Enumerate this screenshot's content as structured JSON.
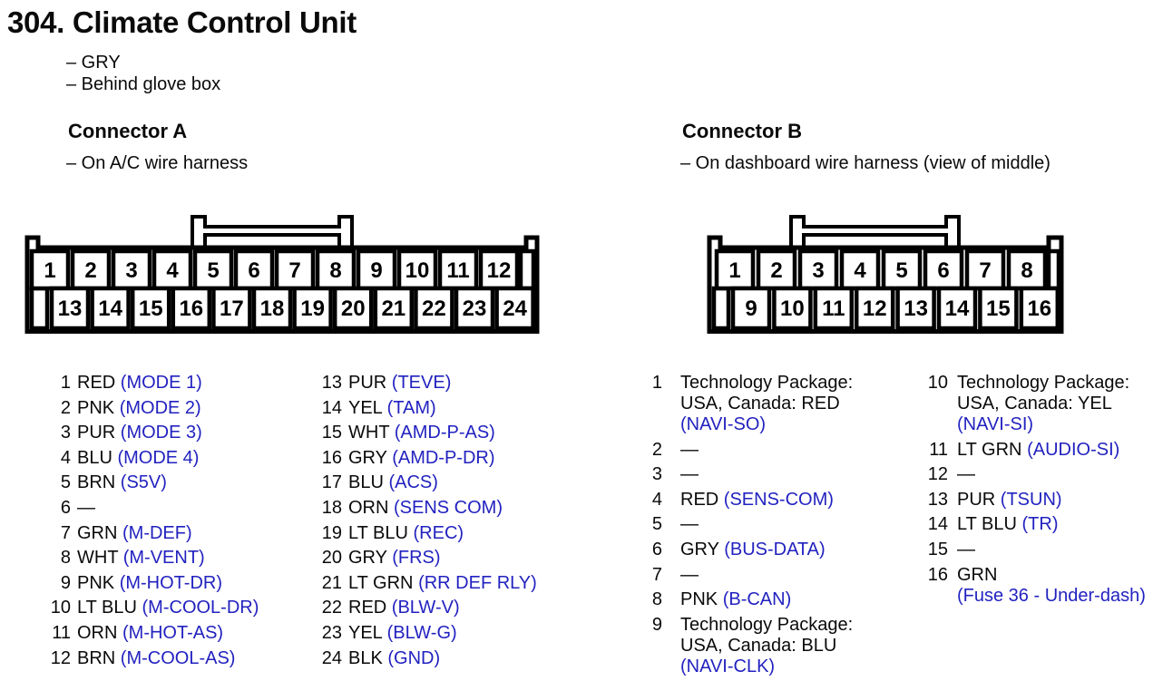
{
  "title": "304. Climate Control Unit",
  "notes": [
    "– GRY",
    "– Behind glove box"
  ],
  "colors": {
    "signal_blue": "#2222c0",
    "text_black": "#0a0a0a"
  },
  "connector_a": {
    "heading": "Connector A",
    "subtitle": "– On A/C wire harness",
    "diagram": {
      "top_pins": [
        "1",
        "2",
        "3",
        "4",
        "5",
        "6",
        "7",
        "8",
        "9",
        "10",
        "11",
        "12"
      ],
      "bottom_pins": [
        "13",
        "14",
        "15",
        "16",
        "17",
        "18",
        "19",
        "20",
        "21",
        "22",
        "23",
        "24"
      ]
    },
    "pins_left": [
      {
        "num": "1",
        "lines": [
          [
            {
              "t": "RED ",
              "c": "k"
            },
            {
              "t": "(MODE 1)",
              "c": "b"
            }
          ]
        ]
      },
      {
        "num": "2",
        "lines": [
          [
            {
              "t": "PNK ",
              "c": "k"
            },
            {
              "t": "(MODE 2)",
              "c": "b"
            }
          ]
        ]
      },
      {
        "num": "3",
        "lines": [
          [
            {
              "t": "PUR ",
              "c": "k"
            },
            {
              "t": "(MODE 3)",
              "c": "b"
            }
          ]
        ]
      },
      {
        "num": "4",
        "lines": [
          [
            {
              "t": "BLU ",
              "c": "k"
            },
            {
              "t": "(MODE 4)",
              "c": "b"
            }
          ]
        ]
      },
      {
        "num": "5",
        "lines": [
          [
            {
              "t": "BRN ",
              "c": "k"
            },
            {
              "t": "(S5V)",
              "c": "b"
            }
          ]
        ]
      },
      {
        "num": "6",
        "lines": [
          [
            {
              "t": "—",
              "c": "k"
            }
          ]
        ]
      },
      {
        "num": "7",
        "lines": [
          [
            {
              "t": "GRN ",
              "c": "k"
            },
            {
              "t": "(M-DEF)",
              "c": "b"
            }
          ]
        ]
      },
      {
        "num": "8",
        "lines": [
          [
            {
              "t": "WHT ",
              "c": "k"
            },
            {
              "t": "(M-VENT)",
              "c": "b"
            }
          ]
        ]
      },
      {
        "num": "9",
        "lines": [
          [
            {
              "t": "PNK ",
              "c": "k"
            },
            {
              "t": "(M-HOT-DR)",
              "c": "b"
            }
          ]
        ]
      },
      {
        "num": "10",
        "lines": [
          [
            {
              "t": "LT BLU ",
              "c": "k"
            },
            {
              "t": "(M-COOL-DR)",
              "c": "b"
            }
          ]
        ]
      },
      {
        "num": "11",
        "lines": [
          [
            {
              "t": "ORN ",
              "c": "k"
            },
            {
              "t": "(M-HOT-AS)",
              "c": "b"
            }
          ]
        ]
      },
      {
        "num": "12",
        "lines": [
          [
            {
              "t": "BRN ",
              "c": "k"
            },
            {
              "t": "(M-COOL-AS)",
              "c": "b"
            }
          ]
        ]
      }
    ],
    "pins_right": [
      {
        "num": "13",
        "lines": [
          [
            {
              "t": "PUR ",
              "c": "k"
            },
            {
              "t": "(TEVE)",
              "c": "b"
            }
          ]
        ]
      },
      {
        "num": "14",
        "lines": [
          [
            {
              "t": "YEL ",
              "c": "k"
            },
            {
              "t": "(TAM)",
              "c": "b"
            }
          ]
        ]
      },
      {
        "num": "15",
        "lines": [
          [
            {
              "t": "WHT ",
              "c": "k"
            },
            {
              "t": "(AMD-P-AS)",
              "c": "b"
            }
          ]
        ]
      },
      {
        "num": "16",
        "lines": [
          [
            {
              "t": "GRY ",
              "c": "k"
            },
            {
              "t": "(AMD-P-DR)",
              "c": "b"
            }
          ]
        ]
      },
      {
        "num": "17",
        "lines": [
          [
            {
              "t": "BLU ",
              "c": "k"
            },
            {
              "t": "(ACS)",
              "c": "b"
            }
          ]
        ]
      },
      {
        "num": "18",
        "lines": [
          [
            {
              "t": "ORN ",
              "c": "k"
            },
            {
              "t": "(SENS COM)",
              "c": "b"
            }
          ]
        ]
      },
      {
        "num": "19",
        "lines": [
          [
            {
              "t": "LT BLU ",
              "c": "k"
            },
            {
              "t": "(REC)",
              "c": "b"
            }
          ]
        ]
      },
      {
        "num": "20",
        "lines": [
          [
            {
              "t": "GRY ",
              "c": "k"
            },
            {
              "t": "(FRS)",
              "c": "b"
            }
          ]
        ]
      },
      {
        "num": "21",
        "lines": [
          [
            {
              "t": "LT GRN ",
              "c": "k"
            },
            {
              "t": "(RR DEF RLY)",
              "c": "b"
            }
          ]
        ]
      },
      {
        "num": "22",
        "lines": [
          [
            {
              "t": "RED ",
              "c": "k"
            },
            {
              "t": "(BLW-V)",
              "c": "b"
            }
          ]
        ]
      },
      {
        "num": "23",
        "lines": [
          [
            {
              "t": "YEL ",
              "c": "k"
            },
            {
              "t": "(BLW-G)",
              "c": "b"
            }
          ]
        ]
      },
      {
        "num": "24",
        "lines": [
          [
            {
              "t": "BLK ",
              "c": "k"
            },
            {
              "t": "(GND)",
              "c": "b"
            }
          ]
        ]
      }
    ]
  },
  "connector_b": {
    "heading": "Connector B",
    "subtitle": "– On dashboard wire harness (view of middle)",
    "diagram": {
      "top_pins": [
        "1",
        "2",
        "3",
        "4",
        "5",
        "6",
        "7",
        "8"
      ],
      "bottom_pins": [
        "9",
        "10",
        "11",
        "12",
        "13",
        "14",
        "15",
        "16"
      ]
    },
    "pins_left": [
      {
        "num": "1",
        "lines": [
          [
            {
              "t": "Technology Package:",
              "c": "k"
            }
          ],
          [
            {
              "t": "USA, Canada: RED",
              "c": "k"
            }
          ],
          [
            {
              "t": "(NAVI-SO)",
              "c": "b"
            }
          ]
        ]
      },
      {
        "num": "2",
        "lines": [
          [
            {
              "t": "—",
              "c": "k"
            }
          ]
        ]
      },
      {
        "num": "3",
        "lines": [
          [
            {
              "t": "—",
              "c": "k"
            }
          ]
        ]
      },
      {
        "num": "4",
        "lines": [
          [
            {
              "t": "RED ",
              "c": "k"
            },
            {
              "t": "(SENS-COM)",
              "c": "b"
            }
          ]
        ]
      },
      {
        "num": "5",
        "lines": [
          [
            {
              "t": "—",
              "c": "k"
            }
          ]
        ]
      },
      {
        "num": "6",
        "lines": [
          [
            {
              "t": "GRY ",
              "c": "k"
            },
            {
              "t": "(BUS-DATA)",
              "c": "b"
            }
          ]
        ]
      },
      {
        "num": "7",
        "lines": [
          [
            {
              "t": "—",
              "c": "k"
            }
          ]
        ]
      },
      {
        "num": "8",
        "lines": [
          [
            {
              "t": "PNK ",
              "c": "k"
            },
            {
              "t": "(B-CAN)",
              "c": "b"
            }
          ]
        ]
      },
      {
        "num": "9",
        "lines": [
          [
            {
              "t": "Technology Package:",
              "c": "k"
            }
          ],
          [
            {
              "t": "USA, Canada: BLU",
              "c": "k"
            }
          ],
          [
            {
              "t": "(NAVI-CLK)",
              "c": "b"
            }
          ]
        ]
      }
    ],
    "pins_right": [
      {
        "num": "10",
        "lines": [
          [
            {
              "t": "Technology Package:",
              "c": "k"
            }
          ],
          [
            {
              "t": "USA, Canada: YEL",
              "c": "k"
            }
          ],
          [
            {
              "t": "(NAVI-SI)",
              "c": "b"
            }
          ]
        ]
      },
      {
        "num": "11",
        "lines": [
          [
            {
              "t": "LT GRN ",
              "c": "k"
            },
            {
              "t": "(AUDIO-SI)",
              "c": "b"
            }
          ]
        ]
      },
      {
        "num": "12",
        "lines": [
          [
            {
              "t": "—",
              "c": "k"
            }
          ]
        ]
      },
      {
        "num": "13",
        "lines": [
          [
            {
              "t": "PUR ",
              "c": "k"
            },
            {
              "t": "(TSUN)",
              "c": "b"
            }
          ]
        ]
      },
      {
        "num": "14",
        "lines": [
          [
            {
              "t": "LT BLU ",
              "c": "k"
            },
            {
              "t": "(TR)",
              "c": "b"
            }
          ]
        ]
      },
      {
        "num": "15",
        "lines": [
          [
            {
              "t": "—",
              "c": "k"
            }
          ]
        ]
      },
      {
        "num": "16",
        "lines": [
          [
            {
              "t": "GRN",
              "c": "k"
            }
          ],
          [
            {
              "t": "(Fuse 36 - Under-dash)",
              "c": "b"
            }
          ]
        ]
      }
    ]
  }
}
